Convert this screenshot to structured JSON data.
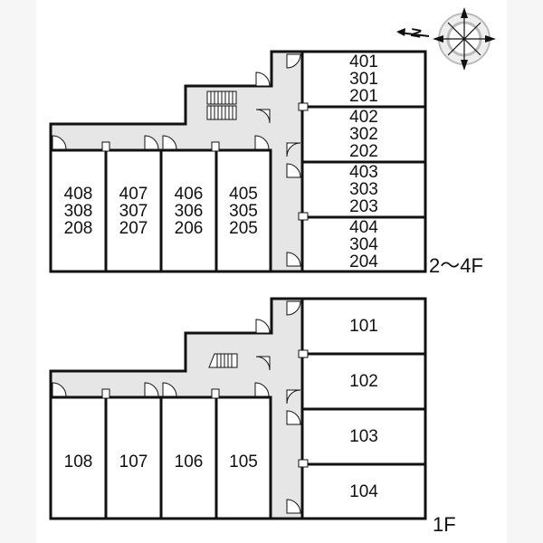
{
  "compass": {
    "north_label": "N"
  },
  "floors": {
    "upper": {
      "label": "2～4F",
      "rooms": {
        "r401": [
          "401",
          "301",
          "201"
        ],
        "r402": [
          "402",
          "302",
          "202"
        ],
        "r403": [
          "403",
          "303",
          "203"
        ],
        "r404": [
          "404",
          "304",
          "204"
        ],
        "r405": [
          "405",
          "305",
          "205"
        ],
        "r406": [
          "406",
          "306",
          "206"
        ],
        "r407": [
          "407",
          "307",
          "207"
        ],
        "r408": [
          "408",
          "308",
          "208"
        ]
      }
    },
    "ground": {
      "label": "1F",
      "rooms": {
        "r101": "101",
        "r102": "102",
        "r103": "103",
        "r104": "104",
        "r105": "105",
        "r106": "106",
        "r107": "107",
        "r108": "108"
      }
    }
  },
  "colors": {
    "corridor": "#e6e6e6",
    "wall": "#111111",
    "room": "#ffffff"
  }
}
